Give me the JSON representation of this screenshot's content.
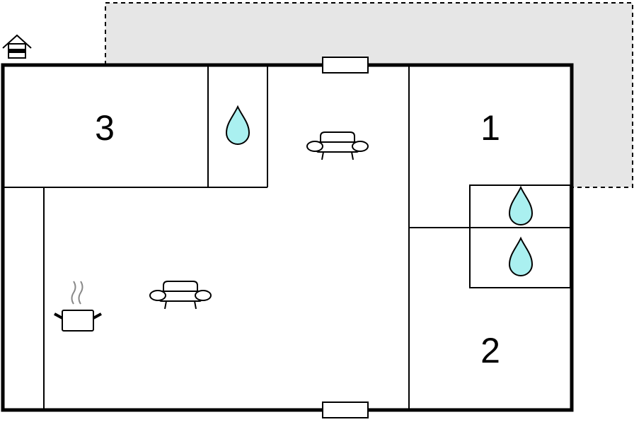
{
  "floorplan": {
    "rooms": [
      {
        "id": "room-3",
        "label": "3"
      },
      {
        "id": "room-1",
        "label": "1"
      },
      {
        "id": "room-2",
        "label": "2"
      }
    ],
    "icons": {
      "entrance": "house-entrance-icon",
      "bathroom": "water-drop-icon",
      "living": "sofa-icon",
      "kitchen": "cooking-pot-icon",
      "window": "window-icon"
    },
    "colors": {
      "walls": "#000000",
      "terrace_fill": "#e6e6e6",
      "water": "#aaf0f0",
      "steam": "#888888"
    }
  }
}
